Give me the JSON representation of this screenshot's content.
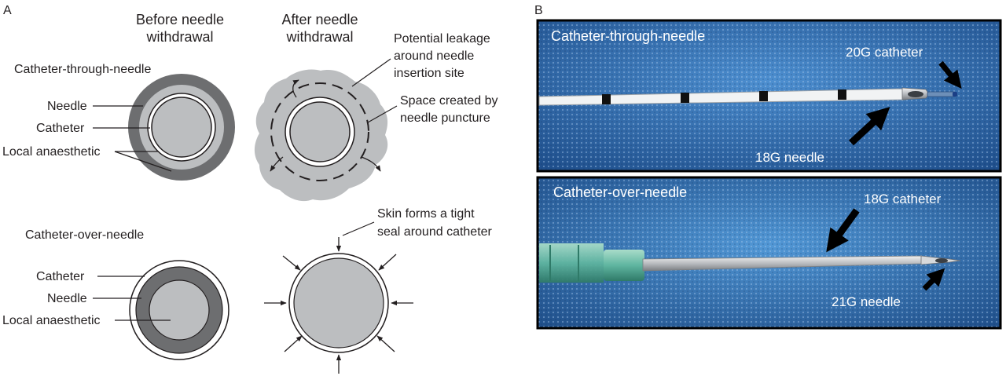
{
  "panel_a": {
    "letter": "A",
    "col_before": [
      "Before needle",
      "withdrawal"
    ],
    "col_after": [
      "After needle",
      "withdrawal"
    ],
    "ctn": {
      "title": "Catheter-through-needle",
      "needle": "Needle",
      "catheter": "Catheter",
      "anaesthetic": "Local anaesthetic",
      "leakage": [
        "Potential leakage",
        "around needle",
        "insertion site"
      ],
      "space": [
        "Space created by",
        "needle puncture"
      ]
    },
    "con": {
      "title": "Catheter-over-needle",
      "catheter": "Catheter",
      "needle": "Needle",
      "anaesthetic": "Local anaesthetic",
      "seal": [
        "Skin forms a tight",
        "seal around catheter"
      ]
    }
  },
  "panel_b": {
    "letter": "B",
    "photo1": {
      "title": "Catheter-through-needle",
      "catheter_label": "20G catheter",
      "needle_label": "18G needle"
    },
    "photo2": {
      "title": "Catheter-over-needle",
      "catheter_label": "18G catheter",
      "needle_label": "21G needle"
    }
  },
  "colors": {
    "needle_dark": "#6d6e70",
    "anaesthetic_light": "#bcbec0",
    "catheter_white": "#ffffff",
    "fabric_blue": "#2f6fb0",
    "hub_green": "#5fb5a0"
  }
}
